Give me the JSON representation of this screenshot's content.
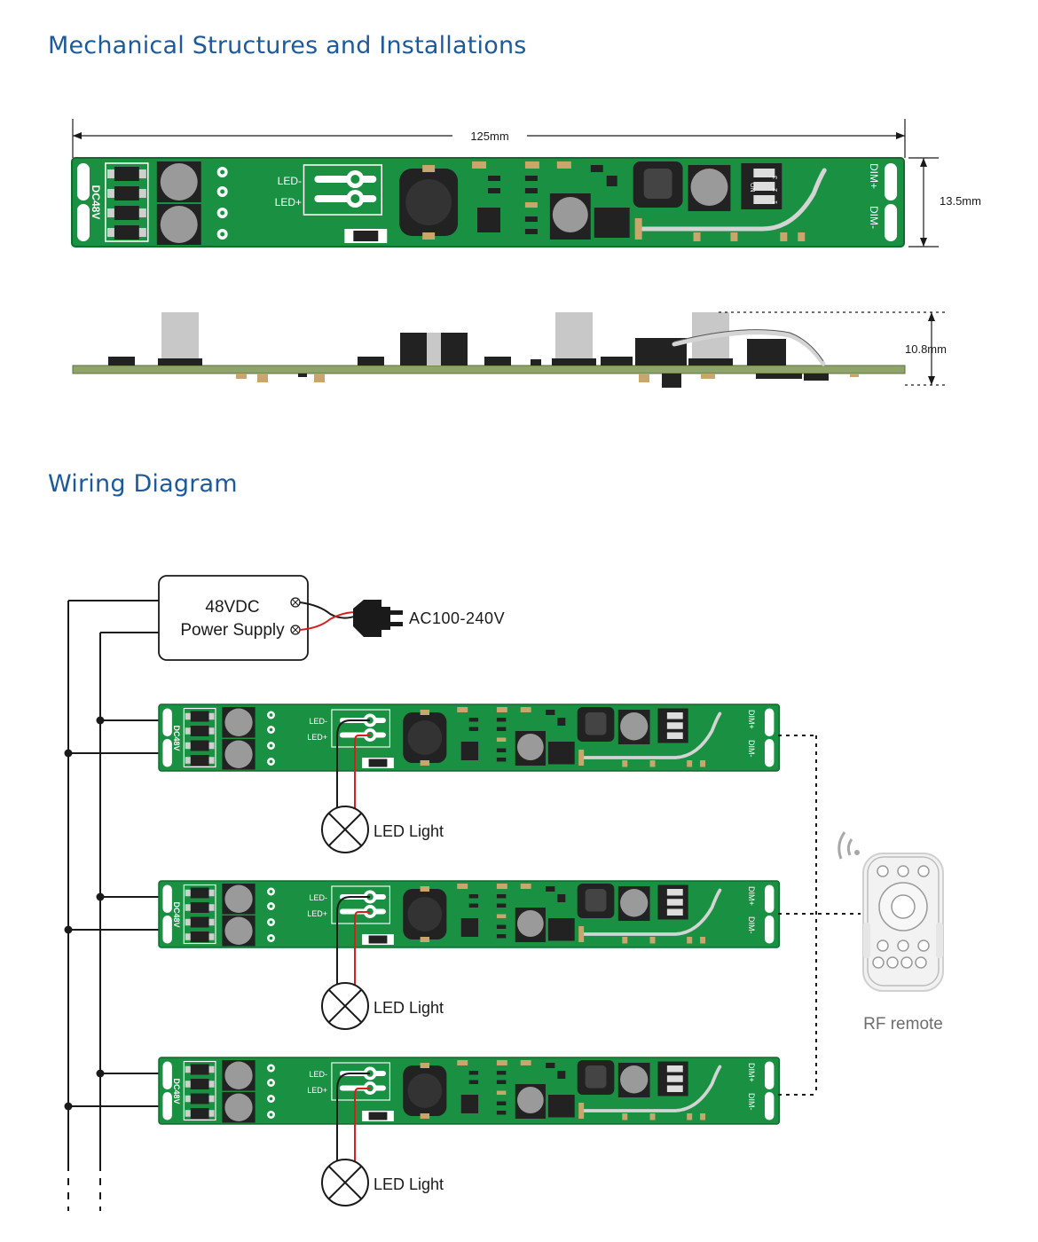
{
  "sections": {
    "mechanical_title": "Mechanical Structures and Installations",
    "wiring_title": "Wiring Diagram"
  },
  "dimensions": {
    "length": "125mm",
    "width": "13.5mm",
    "height": "10.8mm"
  },
  "board_labels": {
    "input": "DC48V",
    "led_minus": "LED-",
    "led_plus": "LED+",
    "dim_plus": "DIM+",
    "dim_minus": "DIM-",
    "dip_on": "ON",
    "dip_1": "1",
    "dip_2": "2",
    "dip_3": "3"
  },
  "power_supply": {
    "line1": "48VDC",
    "line2": "Power Supply"
  },
  "mains_label": "AC100-240V",
  "led_light_label": "LED Light",
  "remote_label": "RF remote",
  "colors": {
    "title_blue": "#1d5a9b",
    "pcb_green": "#1a9142",
    "pcb_dark": "#0f6b2e",
    "wire_red": "#d62020",
    "wire_black": "#1a1a1a"
  }
}
